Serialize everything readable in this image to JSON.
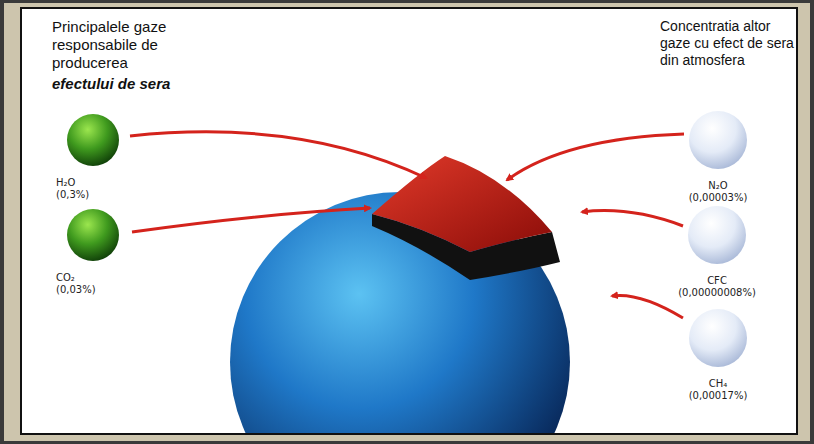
{
  "diagram": {
    "nodes": [
      {
        "text": [
          "H₂O",
          "(0,3%)"
        ]
      },
      {
        "text": [
          "CO₂",
          "(0,03%)"
        ]
      },
      {
        "text": [
          "N₂O",
          "(0,00003%)"
        ]
      },
      {
        "text": [
          "CFC",
          "(0,00000008%)"
        ]
      },
      {
        "text": [
          "CH₄",
          "(0,00017%)"
        ]
      }
    ],
    "labels": [
      "Principalele gaze responsabile de producerea",
      "efectului de sera",
      "Concentratia altor gaze cu efect de sera din atmosfera"
    ]
  }
}
